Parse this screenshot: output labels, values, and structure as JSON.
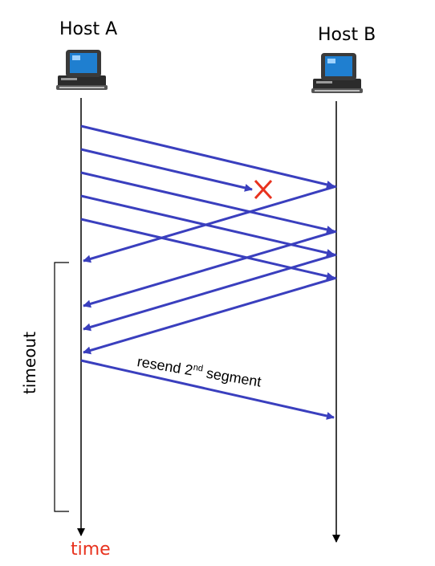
{
  "hosts": {
    "a": {
      "label": "Host A"
    },
    "b": {
      "label": "Host B"
    }
  },
  "time_label": "time",
  "timeout_label": "timeout",
  "resend": {
    "text": "resend 2",
    "superscript": "nd",
    "suffix": " segment"
  },
  "loss_marker": "X",
  "colors": {
    "arrow": "#3a3fbe",
    "loss": "#e8321e",
    "time": "#e8321e",
    "timeline": "#000000"
  },
  "icons": {
    "host": "desktop-computer-icon"
  }
}
